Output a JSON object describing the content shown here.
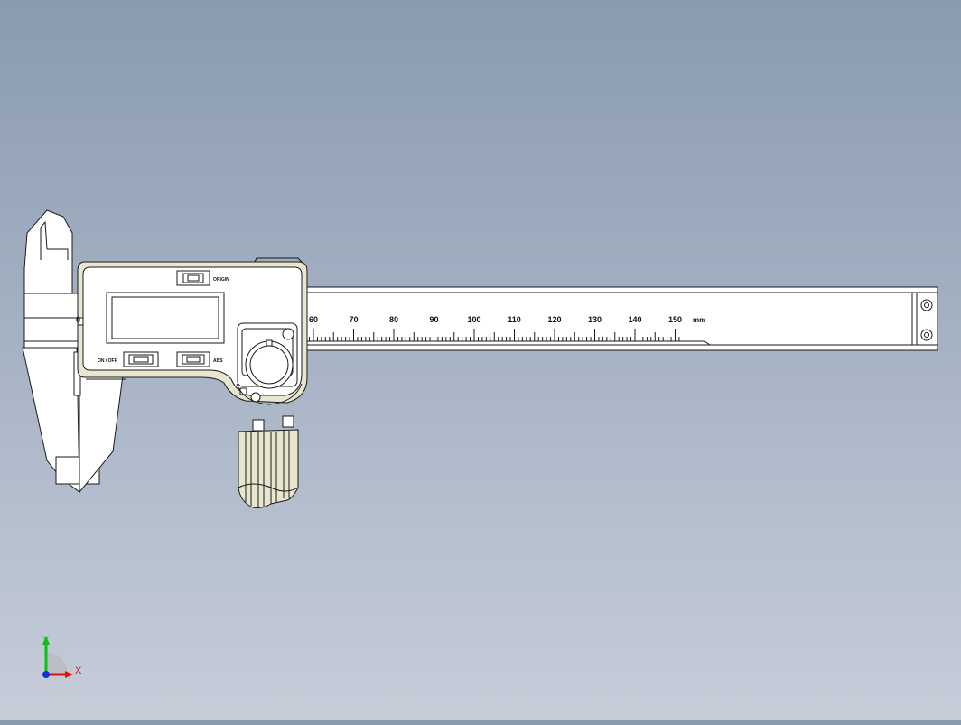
{
  "scale": {
    "start_value": 60,
    "labels": [
      "60",
      "70",
      "80",
      "90",
      "100",
      "110",
      "120",
      "130",
      "140",
      "150"
    ],
    "unit": "mm",
    "zero_label": "0"
  },
  "display": {
    "origin_label": "ORIGIN",
    "onoff_label": "ON / OFF",
    "abs_label": "ABS"
  },
  "triad": {
    "x_label": "X",
    "y_label": "Y",
    "x_color": "#e01010",
    "y_color": "#10c010",
    "z_color": "#1030e0"
  },
  "colors": {
    "outline": "#1a1a1a",
    "body": "#ffffff",
    "shade": "#e9e6cf",
    "background_top": "#8a9bb0",
    "background_bottom": "#c7cdd9"
  }
}
